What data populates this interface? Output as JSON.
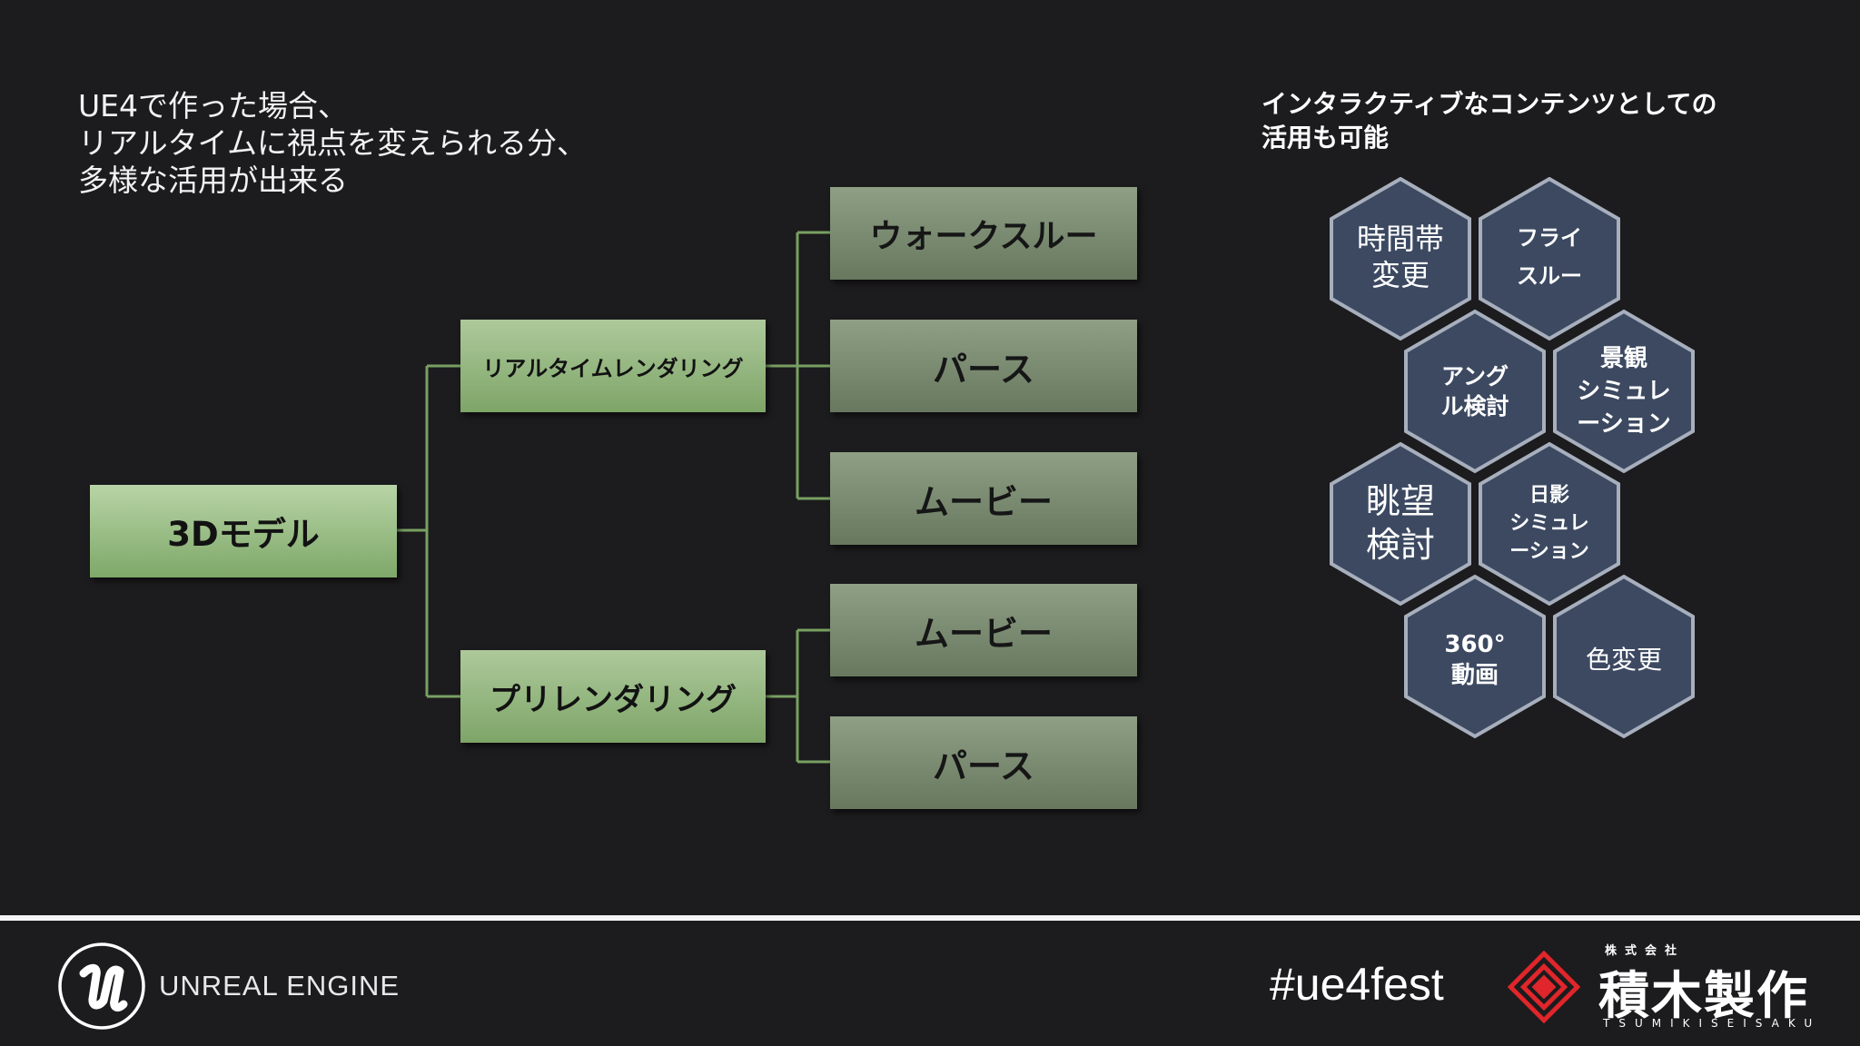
{
  "intro": {
    "lines": [
      "UE4で作った場合、",
      "リアルタイムに視点を変えられる分、",
      "多様な活用が出来る"
    ]
  },
  "tree": {
    "root": "3Dモデル",
    "branches": [
      {
        "label": "リアルタイムレンダリング",
        "children": [
          "ウォークスルー",
          "パース",
          "ムービー"
        ]
      },
      {
        "label": "プリレンダリング",
        "children": [
          "ムービー",
          "パース"
        ]
      }
    ]
  },
  "interactive": {
    "title_lines": [
      "インタラクティブなコンテンツとしての",
      "活用も可能"
    ],
    "hexes": [
      {
        "lines": [
          "時間帯",
          "変更"
        ]
      },
      {
        "lines": [
          "フライ",
          "スルー"
        ]
      },
      {
        "lines": [
          "アング",
          "ル検討"
        ]
      },
      {
        "lines": [
          "景観",
          "シミュレ",
          "ーション"
        ]
      },
      {
        "lines": [
          "眺望",
          "検討"
        ]
      },
      {
        "lines": [
          "日影",
          "シミュレ",
          "ーション"
        ]
      },
      {
        "lines": [
          "360°",
          "動画"
        ]
      },
      {
        "lines": [
          "色変更"
        ]
      }
    ]
  },
  "footer": {
    "engine_name": "UNREAL ENGINE",
    "hashtag": "#ue4fest",
    "company_prefix": "株式会社",
    "company_name": "積木製作",
    "company_roman": "TSUMIKISEISAKU"
  },
  "colors": {
    "background": "#1c1b1d",
    "hex_fill": "#3c4961",
    "hex_stroke": "#a7afbd",
    "connector": "#78a062"
  },
  "icons": [
    "unreal-engine-logo-icon",
    "tsumiki-mark-icon"
  ]
}
